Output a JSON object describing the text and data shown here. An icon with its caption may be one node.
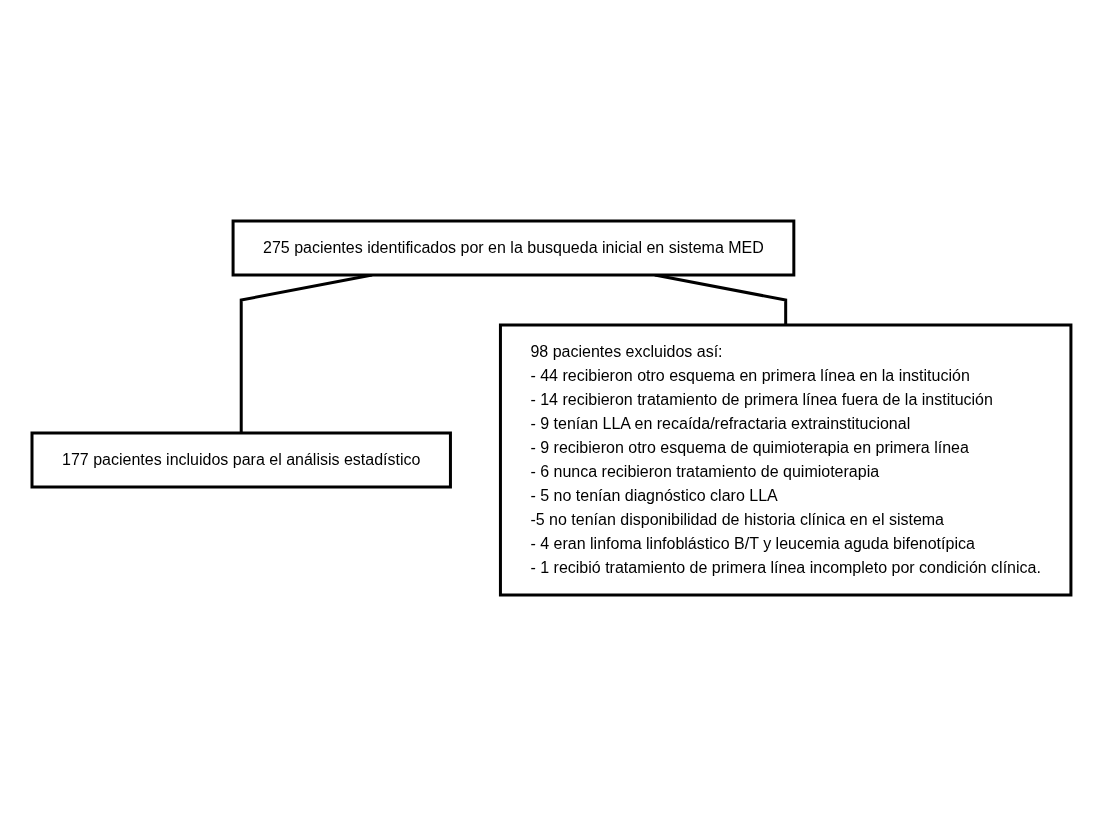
{
  "diagram": {
    "nodes": [
      {
        "text": [
          "275 pacientes identificados por en la busqueda inicial en sistema MED"
        ]
      },
      {
        "text": [
          "98 pacientes excluidos así:",
          "- 44 recibieron otro esquema en primera línea en la institución",
          "- 14 recibieron tratamiento de primera línea fuera de la institución",
          "- 9 tenían LLA en recaída/refractaria extrainstitucional",
          "- 9 recibieron otro esquema de quimioterapia en primera línea",
          "- 6 nunca recibieron tratamiento de quimioterapia",
          "- 5 no tenían diagnóstico claro LLA",
          "-5 no tenían disponibilidad de historia clínica en el sistema",
          "- 4 eran linfoma linfoblástico B/T y leucemia aguda bifenotípica",
          "- 1 recibió tratamiento de primera línea incompleto por condición clínica."
        ]
      },
      {
        "text": [
          "177 pacientes incluidos para el análisis estadístico"
        ]
      }
    ],
    "edges": [
      {
        "from": 0,
        "to": 2,
        "arrow": "none"
      },
      {
        "from": 0,
        "to": 1,
        "arrow": "none"
      }
    ]
  }
}
